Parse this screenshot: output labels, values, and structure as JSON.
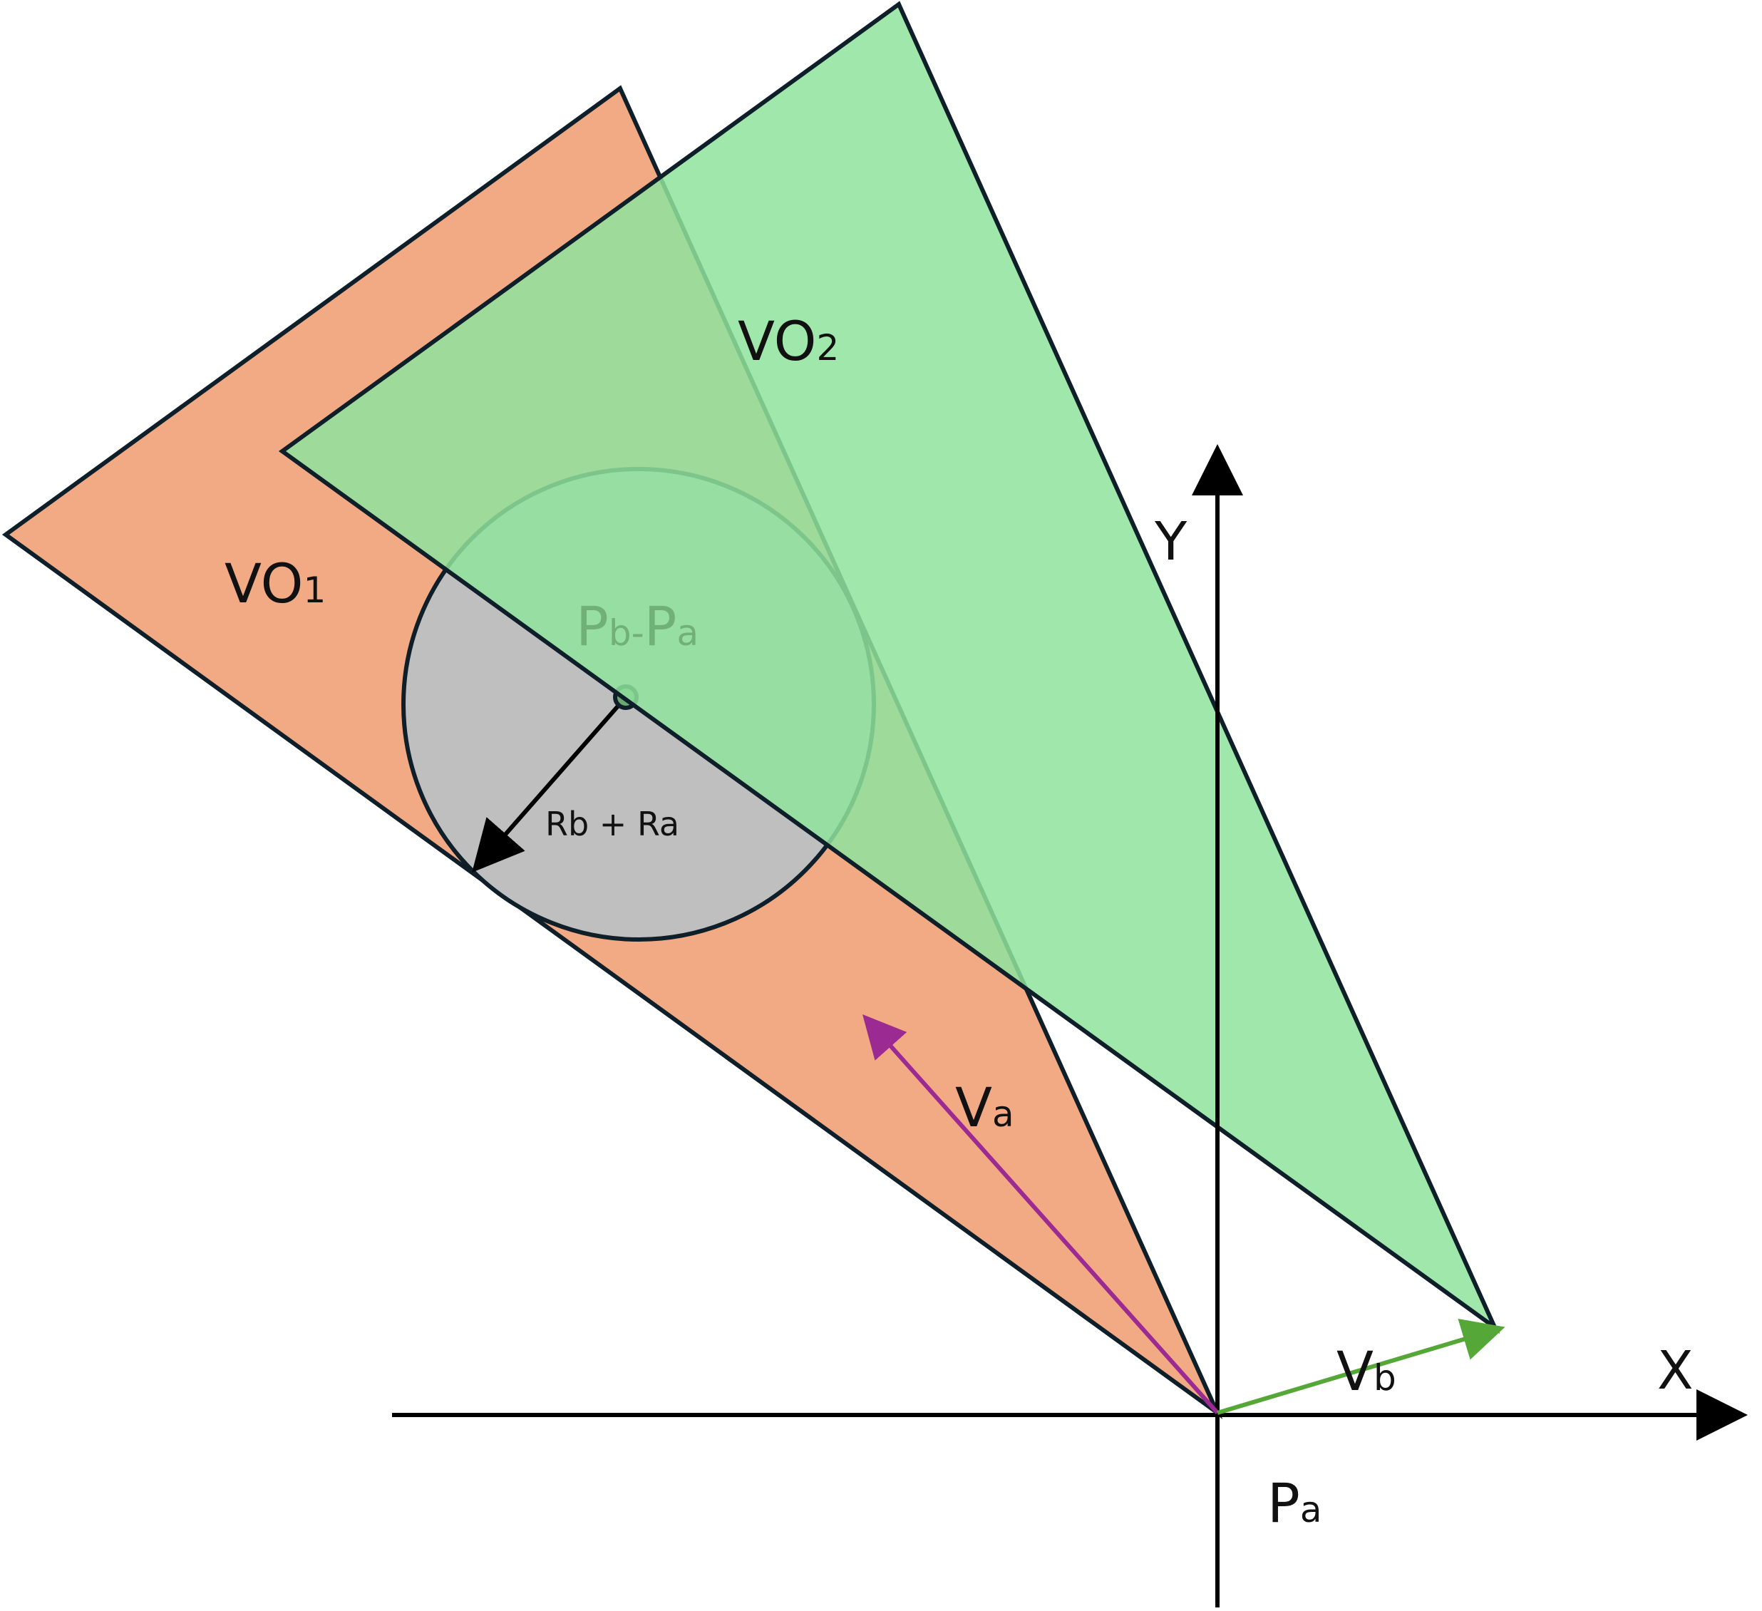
{
  "colors": {
    "vo1_fill": "#f2aa85",
    "vo2_fill": "#8fe39c",
    "circle_fill": "#bfbfbf",
    "outline": "#0f1f29",
    "va_arrow": "#9b2b92",
    "vb_arrow": "#55a838",
    "axis": "#000000",
    "center_label": "#6aa86f"
  },
  "labels": {
    "vo1_main": "VO",
    "vo1_sub": "1",
    "vo2_main": "VO",
    "vo2_sub": "2",
    "center_main1": "P",
    "center_sub1": "b",
    "center_dash": "-",
    "center_main2": "P",
    "center_sub2": "a",
    "radius": "Rb + Ra",
    "va_main": "V",
    "va_sub": "a",
    "vb_main": "V",
    "vb_sub": "b",
    "x_axis": "X",
    "y_axis": "Y",
    "origin_main": "P",
    "origin_sub": "a"
  }
}
